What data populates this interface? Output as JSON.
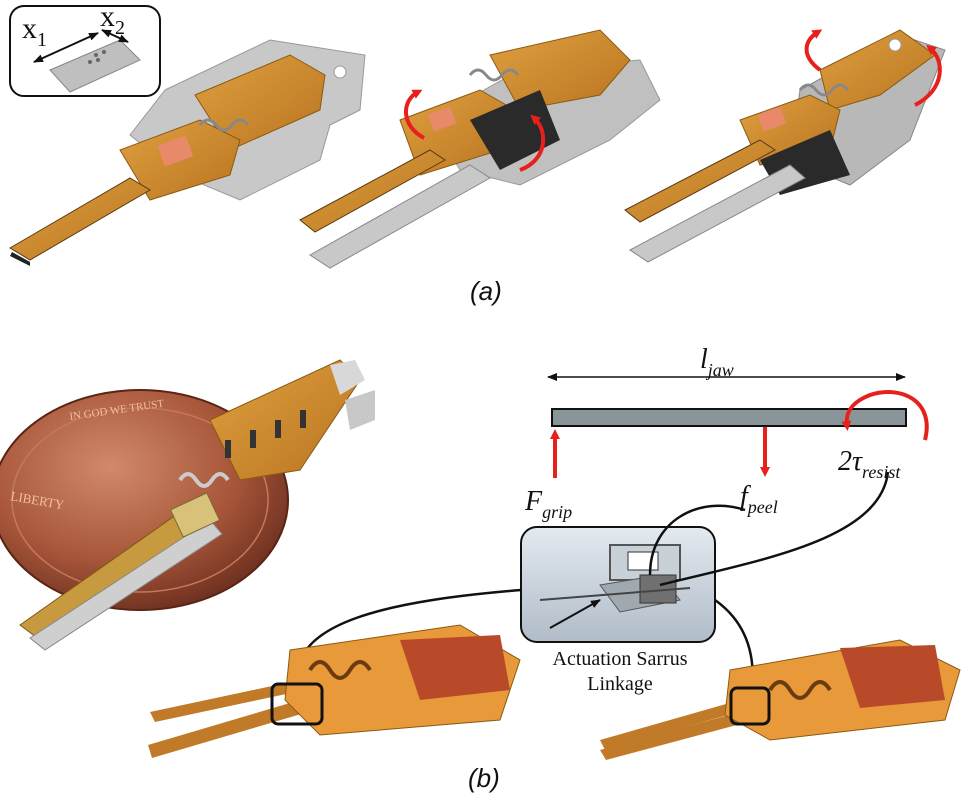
{
  "panel_a": {
    "caption": "(a)",
    "inset": {
      "x1_base": "x",
      "x1_sub": "1",
      "x2_base": "x",
      "x2_sub": "2"
    }
  },
  "panel_b": {
    "caption": "(b)",
    "coin_text": {
      "liberty": "LIBERTY",
      "motto": "IN GOD WE TRUST"
    },
    "beam": {
      "length_base": "l",
      "length_sub": "jaw",
      "grip_base": "F",
      "grip_sub": "grip",
      "peel_base": "f",
      "peel_sub": "peel",
      "torque_coef": "2",
      "torque_symbol": "τ",
      "torque_sub": "resist"
    },
    "sarrus_label_line1": "Actuation Sarrus",
    "sarrus_label_line2": "Linkage"
  },
  "colors": {
    "kapton": "#c98a2a",
    "steel": "#b8b8b8",
    "arrow_red": "#e8201c",
    "beam_fill": "#8a9599",
    "copper": "#a8563a"
  }
}
